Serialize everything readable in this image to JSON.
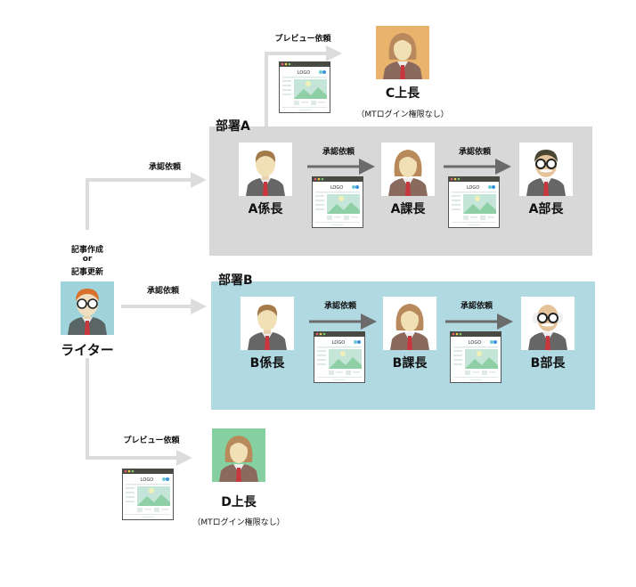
{
  "colors": {
    "dept_a_bg": "#d8d8d8",
    "dept_b_bg": "#b0d9e2",
    "flow_arrow": "#dcdcdc",
    "dept_arrow": "#6b6b6b",
    "writer_bg": "#9fd4dc",
    "c_boss_bg": "#e9b36d",
    "d_boss_bg": "#86cfa0"
  },
  "writer": {
    "action_line1": "記事作成",
    "action_line2": "or",
    "action_line3": "記事更新",
    "name": "ライター",
    "icon": "writer-avatar-icon"
  },
  "flows": {
    "to_dept_a": "承認依頼",
    "to_dept_b": "承認依頼",
    "to_c": "プレビュー依頼",
    "to_d": "プレビュー依頼"
  },
  "departments": [
    {
      "label": "部署A",
      "steps": [
        "承認依頼",
        "承認依頼"
      ],
      "members": [
        {
          "name": "A係長",
          "icon": "male-staff-avatar-icon"
        },
        {
          "name": "A課長",
          "icon": "female-staff-avatar-icon"
        },
        {
          "name": "A部長",
          "icon": "senior-male-avatar-icon"
        }
      ]
    },
    {
      "label": "部署B",
      "steps": [
        "承認依頼",
        "承認依頼"
      ],
      "members": [
        {
          "name": "B係長",
          "icon": "male-staff-avatar-icon"
        },
        {
          "name": "B課長",
          "icon": "female-staff-avatar-icon"
        },
        {
          "name": "B部長",
          "icon": "bald-senior-avatar-icon"
        }
      ]
    }
  ],
  "external": [
    {
      "name": "C上長",
      "note": "（MTログイン権限なし）"
    },
    {
      "name": "D上長",
      "note": "（MTログイン権限なし）"
    }
  ],
  "mockup": {
    "logo_text": "LOGO"
  }
}
